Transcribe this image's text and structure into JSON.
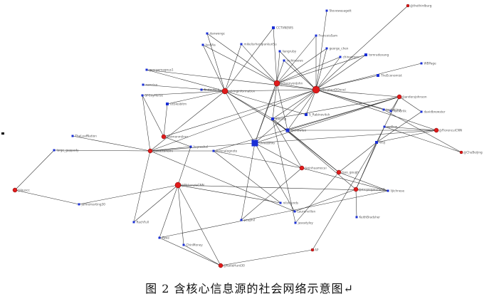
{
  "figure": {
    "caption": "图 2 含核心信息源的社会网络示意图↵",
    "colors": {
      "hub": "#e01b1b",
      "hub_stroke": "#7a0000",
      "leaf": "#1a2fd6",
      "edge": "#2b2b2b",
      "label": "#555555"
    },
    "nodes": [
      {
        "id": "stevewasagetti",
        "label": "Stevewasagett",
        "kind": "leaf",
        "size": 3
      },
      {
        "id": "thethirdburg",
        "label": "@thethirdburg",
        "kind": "hub",
        "size": 2
      },
      {
        "id": "cctvnews",
        "label": "CCTVNEWS",
        "kind": "leaf",
        "size": 4
      },
      {
        "id": "danwongc",
        "label": "danwongc",
        "kind": "leaf",
        "size": 3
      },
      {
        "id": "zhuchenmiaomiao",
        "label": "mikelisrhenqiankunSu",
        "kind": "leaf",
        "size": 3
      },
      {
        "id": "francoissam",
        "label": "FrancoisSam",
        "kind": "leaf",
        "size": 3
      },
      {
        "id": "george_chen",
        "label": "george_chen",
        "kind": "leaf",
        "size": 3
      },
      {
        "id": "justvia",
        "label": "JustVia",
        "kind": "leaf",
        "size": 3
      },
      {
        "id": "liangruby",
        "label": "liangruby",
        "kind": "leaf",
        "size": 3
      },
      {
        "id": "chinaorgcn",
        "label": "chinaorgcn",
        "kind": "leaf",
        "size": 3
      },
      {
        "id": "tomradevang",
        "label": "tomradevang",
        "kind": "leaf",
        "size": 4
      },
      {
        "id": "inchinaews",
        "label": "inchinaews",
        "kind": "leaf",
        "size": 3
      },
      {
        "id": "wbpage",
        "label": "WBPage",
        "kind": "leaf",
        "size": 3
      },
      {
        "id": "georgemagnus",
        "label": "georgemagnus1",
        "kind": "leaf",
        "size": 3
      },
      {
        "id": "theeconomist",
        "label": "TheEconomist",
        "kind": "leaf",
        "size": 4
      },
      {
        "id": "stephenodonnel",
        "label": "@StephenDOnnel",
        "kind": "hub",
        "size": 5
      },
      {
        "id": "nanxiao",
        "label": "nanxiao",
        "kind": "leaf",
        "size": 3
      },
      {
        "id": "pekinginform",
        "label": "pekinginformation",
        "kind": "hub",
        "size": 4
      },
      {
        "id": "quenyon",
        "label": "@QuenyonJohn",
        "kind": "hub",
        "size": 4
      },
      {
        "id": "sfcityhorse",
        "label": "SFCityHorse",
        "kind": "leaf",
        "size": 3
      },
      {
        "id": "findeutsch",
        "label": "findeutsch",
        "kind": "leaf",
        "size": 3
      },
      {
        "id": "ucbiesbitm",
        "label": "ucbiesbitm",
        "kind": "leaf",
        "size": 4
      },
      {
        "id": "andersjohnson",
        "label": "@andersjohnson",
        "kind": "hub",
        "size": 3
      },
      {
        "id": "s_rabinovitch",
        "label": "S_Rabinovitch",
        "kind": "leaf",
        "size": 4
      },
      {
        "id": "kmbeijing",
        "label": "kmbeijing",
        "kind": "leaf",
        "size": 3
      },
      {
        "id": "tomorris",
        "label": "TomOrlik",
        "kind": "leaf",
        "size": 3
      },
      {
        "id": "davidbrewster",
        "label": "davidbrewster",
        "kind": "leaf",
        "size": 3
      },
      {
        "id": "stmonmilner",
        "label": "@stmonmilner",
        "kind": "hub",
        "size": 3
      },
      {
        "id": "chowluo",
        "label": "@chowluo",
        "kind": "leaf",
        "size": 5
      },
      {
        "id": "jbeijing",
        "label": "jbeijing",
        "kind": "leaf",
        "size": 4
      },
      {
        "id": "china_center",
        "label": "chinasinfo",
        "kind": "leaf",
        "size": 9
      },
      {
        "id": "rwillow",
        "label": "rwillow",
        "kind": "leaf",
        "size": 3
      },
      {
        "id": "florencuicnn",
        "label": "@FlorencuiCNN",
        "kind": "hub",
        "size": 3
      },
      {
        "id": "theleafnation",
        "label": "TheLeafNation",
        "kind": "leaf",
        "size": 3
      },
      {
        "id": "liuiconomi",
        "label": "@LiuEconomi",
        "kind": "hub",
        "size": 3
      },
      {
        "id": "heyrachel",
        "label": "heyrachel",
        "kind": "leaf",
        "size": 3
      },
      {
        "id": "echinalognote",
        "label": "echinalognote",
        "kind": "leaf",
        "size": 3
      },
      {
        "id": "wall",
        "label": "WSJ",
        "kind": "leaf",
        "size": 4
      },
      {
        "id": "chubeijing",
        "label": "@ChuBeijing",
        "kind": "hub",
        "size": 2
      },
      {
        "id": "large_guppy",
        "label": "large_guppady",
        "kind": "leaf",
        "size": 3
      },
      {
        "id": "xinhua_news",
        "label": "@xinhuamocui",
        "kind": "hub",
        "size": 3
      },
      {
        "id": "yo_gough",
        "label": "@yo_gough",
        "kind": "hub",
        "size": 3
      },
      {
        "id": "mckenziecnn",
        "label": "@MckenzieCNN",
        "kind": "hub",
        "size": 4
      },
      {
        "id": "mcgregorchen",
        "label": "@mcgregorchen2",
        "kind": "hub",
        "size": 3
      },
      {
        "id": "lijichnews",
        "label": "lijichnese",
        "kind": "leaf",
        "size": 3
      },
      {
        "id": "lauscchina",
        "label": "@lauscc",
        "kind": "hub",
        "size": 3
      },
      {
        "id": "nilsfriends",
        "label": "nilsfriends",
        "kind": "leaf",
        "size": 3
      },
      {
        "id": "jamiemarting",
        "label": "jamiemarting30",
        "kind": "leaf",
        "size": 3
      },
      {
        "id": "lawvillon",
        "label": "Laurenvillon",
        "kind": "leaf",
        "size": 3
      },
      {
        "id": "keithbradsher",
        "label": "KeithBradsher",
        "kind": "leaf",
        "size": 3
      },
      {
        "id": "peuphil",
        "label": "peuphil",
        "kind": "leaf",
        "size": 3
      },
      {
        "id": "jaseatyley",
        "label": "jaseatyley",
        "kind": "leaf",
        "size": 3
      },
      {
        "id": "rachfull",
        "label": "RachFull",
        "kind": "leaf",
        "size": 3
      },
      {
        "id": "twee",
        "label": "Twee",
        "kind": "leaf",
        "size": 3
      },
      {
        "id": "chinmoney",
        "label": "ChinMoney",
        "kind": "leaf",
        "size": 3
      },
      {
        "id": "ap",
        "label": "AP",
        "kind": "hub",
        "size": 2
      },
      {
        "id": "katiehunt30",
        "label": "@KatieHunt30",
        "kind": "hub",
        "size": 3
      }
    ],
    "edges": [
      [
        "stephenodonnel",
        "stevewasagetti"
      ],
      [
        "stephenodonnel",
        "thethirdburg"
      ],
      [
        "stephenodonnel",
        "francoissam"
      ],
      [
        "stephenodonnel",
        "george_chen"
      ],
      [
        "stephenodonnel",
        "chinaorgcn"
      ],
      [
        "stephenodonnel",
        "tomradevang"
      ],
      [
        "stephenodonnel",
        "wbpage"
      ],
      [
        "stephenodonnel",
        "theeconomist"
      ],
      [
        "stephenodonnel",
        "quenyon"
      ],
      [
        "stephenodonnel",
        "pekinginform"
      ],
      [
        "stephenodonnel",
        "andersjohnson"
      ],
      [
        "stephenodonnel",
        "s_rabinovitch"
      ],
      [
        "stephenodonnel",
        "kmbeijing"
      ],
      [
        "stephenodonnel",
        "tomorris"
      ],
      [
        "stephenodonnel",
        "chowluo"
      ],
      [
        "stephenodonnel",
        "jbeijing"
      ],
      [
        "stephenodonnel",
        "china_center"
      ],
      [
        "stephenodonnel",
        "florencuicnn"
      ],
      [
        "stephenodonnel",
        "inchinaews"
      ],
      [
        "stephenodonnel",
        "liangruby"
      ],
      [
        "stephenodonnel",
        "georgemagnus"
      ],
      [
        "stephenodonnel",
        "liuiconomi"
      ],
      [
        "stephenodonnel",
        "stmonmilner"
      ],
      [
        "pekinginform",
        "danwongc"
      ],
      [
        "pekinginform",
        "justvia"
      ],
      [
        "pekinginform",
        "zhuchenmiaomiao"
      ],
      [
        "pekinginform",
        "cctvnews"
      ],
      [
        "pekinginform",
        "findeutsch"
      ],
      [
        "pekinginform",
        "ucbiesbitm"
      ],
      [
        "pekinginform",
        "china_center"
      ],
      [
        "pekinginform",
        "jbeijing"
      ],
      [
        "pekinginform",
        "sfcityhorse"
      ],
      [
        "pekinginform",
        "nanxiao"
      ],
      [
        "pekinginform",
        "s_rabinovitch"
      ],
      [
        "pekinginform",
        "chowluo"
      ],
      [
        "pekinginform",
        "liuiconomi"
      ],
      [
        "pekinginform",
        "georgemagnus"
      ],
      [
        "quenyon",
        "cctvnews"
      ],
      [
        "quenyon",
        "zhuchenmiaomiao"
      ],
      [
        "quenyon",
        "liangruby"
      ],
      [
        "quenyon",
        "francoissam"
      ],
      [
        "quenyon",
        "justvia"
      ],
      [
        "quenyon",
        "chinaorgcn"
      ],
      [
        "quenyon",
        "chowluo"
      ],
      [
        "quenyon",
        "china_center"
      ],
      [
        "quenyon",
        "jbeijing"
      ],
      [
        "quenyon",
        "danwongc"
      ],
      [
        "quenyon",
        "george_chen"
      ],
      [
        "quenyon",
        "tomradevang"
      ],
      [
        "andersjohnson",
        "tomorris"
      ],
      [
        "andersjohnson",
        "davidbrewster"
      ],
      [
        "andersjohnson",
        "china_center"
      ],
      [
        "andersjohnson",
        "jbeijing"
      ],
      [
        "andersjohnson",
        "wall"
      ],
      [
        "andersjohnson",
        "echinalognote"
      ],
      [
        "andersjohnson",
        "chowluo"
      ],
      [
        "florencuicnn",
        "rwillow"
      ],
      [
        "florencuicnn",
        "wall"
      ],
      [
        "florencuicnn",
        "china_center"
      ],
      [
        "florencuicnn",
        "chowluo"
      ],
      [
        "chubeijing",
        "rwillow"
      ],
      [
        "chubeijing",
        "kmbeijing"
      ],
      [
        "liuiconomi",
        "theleafnation"
      ],
      [
        "liuiconomi",
        "large_guppy"
      ],
      [
        "liuiconomi",
        "heyrachel"
      ],
      [
        "liuiconomi",
        "echinalognote"
      ],
      [
        "liuiconomi",
        "china_center"
      ],
      [
        "liuiconomi",
        "lawvillon"
      ],
      [
        "liuiconomi",
        "sfcityhorse"
      ],
      [
        "stmonmilner",
        "ucbiesbitm"
      ],
      [
        "stmonmilner",
        "heyrachel"
      ],
      [
        "stmonmilner",
        "sfcityhorse"
      ],
      [
        "xinhua_news",
        "china_center"
      ],
      [
        "xinhua_news",
        "jbeijing"
      ],
      [
        "xinhua_news",
        "echinalognote"
      ],
      [
        "xinhua_news",
        "lijichnews"
      ],
      [
        "xinhua_news",
        "peuphil"
      ],
      [
        "yo_gough",
        "jbeijing"
      ],
      [
        "yo_gough",
        "wall"
      ],
      [
        "yo_gough",
        "lijichnews"
      ],
      [
        "yo_gough",
        "jaseatyley"
      ],
      [
        "yo_gough",
        "chowluo"
      ],
      [
        "mcgregorchen",
        "wall"
      ],
      [
        "mcgregorchen",
        "lawvillon"
      ],
      [
        "mcgregorchen",
        "keithbradsher"
      ],
      [
        "mcgregorchen",
        "jbeijing"
      ],
      [
        "mcgregorchen",
        "rwillow"
      ],
      [
        "mckenziecnn",
        "lijichnews"
      ],
      [
        "mckenziecnn",
        "jamiemarting"
      ],
      [
        "mckenziecnn",
        "rachfull"
      ],
      [
        "mckenziecnn",
        "twee"
      ],
      [
        "mckenziecnn",
        "chinmoney"
      ],
      [
        "mckenziecnn",
        "nilsfriends"
      ],
      [
        "mckenziecnn",
        "katiehunt30"
      ],
      [
        "mckenziecnn",
        "heyrachel"
      ],
      [
        "lauscchina",
        "large_guppy"
      ],
      [
        "lauscchina",
        "jamiemarting"
      ],
      [
        "katiehunt30",
        "twee"
      ],
      [
        "katiehunt30",
        "chinmoney"
      ],
      [
        "katiehunt30",
        "ap"
      ],
      [
        "ap",
        "wall"
      ],
      [
        "lawvillon",
        "china_center"
      ],
      [
        "peuphil",
        "china_center"
      ],
      [
        "jaseatyley",
        "jbeijing"
      ],
      [
        "nilsfriends",
        "echinalognote"
      ],
      [
        "rachfull",
        "liuiconomi"
      ],
      [
        "twee",
        "lijichnews"
      ],
      [
        "davidbrewster",
        "wall"
      ],
      [
        "inchinaews",
        "china_center"
      ]
    ]
  }
}
